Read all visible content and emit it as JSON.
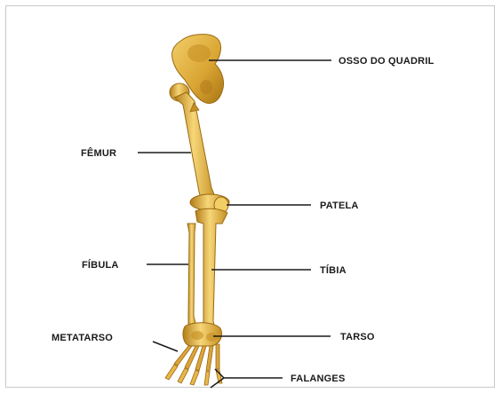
{
  "labels": {
    "hip": "OSSO DO QUADRIL",
    "femur": "FÊMUR",
    "patella": "PATELA",
    "fibula": "FÍBULA",
    "tibia": "TÍBIA",
    "metatarsus": "METATARSO",
    "tarsus": "TARSO",
    "phalanges": "FALANGES"
  },
  "colors": {
    "bone": "#e6b43c",
    "bone_light": "#f6d678",
    "bone_dark": "#b27d18",
    "line": "#1a1a1a",
    "frame": "#c8c8c8"
  }
}
